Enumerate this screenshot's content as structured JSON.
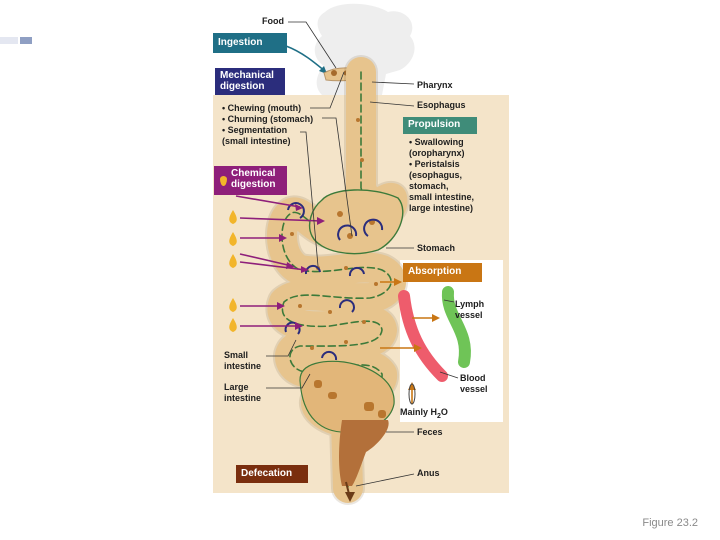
{
  "labels": {
    "food": "Food",
    "pharynx": "Pharynx",
    "esophagus": "Esophagus",
    "stomach": "Stomach",
    "lymph_vessel": "Lymph\nvessel",
    "blood_vessel": "Blood\nvessel",
    "small_intestine": "Small\nintestine",
    "large_intestine": "Large\nintestine",
    "mainly_water_prefix": "Mainly H",
    "mainly_water_sub": "2",
    "mainly_water_suffix": "O",
    "feces": "Feces",
    "anus": "Anus"
  },
  "processes": {
    "ingestion": "Ingestion",
    "mechanical_digestion": "Mechanical\ndigestion",
    "chemical_digestion": "Chemical\ndigestion",
    "propulsion": "Propulsion",
    "absorption": "Absorption",
    "defecation": "Defecation"
  },
  "mechanical_items": [
    "• Chewing (mouth)",
    "• Churning (stomach)",
    "• Segmentation\n   (small intestine)"
  ],
  "propulsion_items": [
    "• Swallowing\n   (oropharynx)",
    "• Peristalsis\n   (esophagus,\n   stomach,\n   small intestine,\n   large intestine)"
  ],
  "colors": {
    "ingestion": "#1f6f86",
    "mechanical": "#2b2d7c",
    "chemical": "#8e1f7a",
    "propulsion": "#3f8c79",
    "absorption": "#c97614",
    "defecation": "#7a2e0e",
    "panel": "#f4e4c9",
    "tract": "#e7c48d",
    "muscle": "#3c7a3a",
    "blood": "#ee5c6c",
    "lymph": "#6fc457"
  },
  "caption": "Figure 23.2"
}
